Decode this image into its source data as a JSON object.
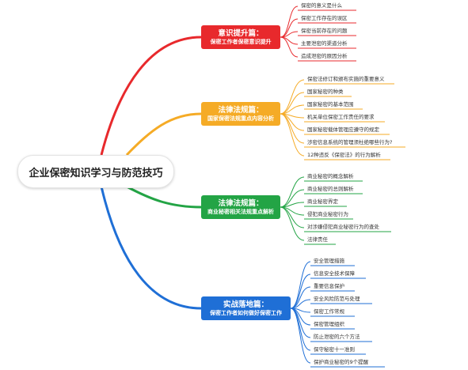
{
  "root": {
    "label": "企业保密知识学习与防范技巧"
  },
  "colors": {
    "branch1": "#e8292c",
    "branch2": "#f5ab26",
    "branch3": "#23a445",
    "branch4": "#1f6fd6"
  },
  "branches": [
    {
      "title": "意识提升篇：",
      "subtitle": "保密工作者保密意识提升",
      "items": [
        "保密的意义是什么",
        "保密工作存在的误区",
        "保密当前存在的问题",
        "主要泄密的渠道分析",
        "造成泄密的原因分析"
      ]
    },
    {
      "title": "法律法规篇：",
      "subtitle": "国家保密法规重点内容分析",
      "items": [
        "保密法修订和颁布实施的重要意义",
        "国家秘密的种类",
        "国家秘密的基本范围",
        "机关单位保密工作责任的要求",
        "国家秘密载体管理应遵守的规定",
        "涉密信息系统的管理须杜绝哪些行为?",
        "12种违反《保密法》的行为解析"
      ]
    },
    {
      "title": "法律法规篇：",
      "subtitle": "商业秘密相关法规重点解析",
      "items": [
        "商业秘密的概念解析",
        "商业秘密的总则解析",
        "商业秘密界定",
        "侵犯商业秘密行为",
        "对涉嫌侵犯商业秘密行为的查处",
        "法律责任"
      ]
    },
    {
      "title": "实战落地篇：",
      "subtitle": "保密工作者如何做好保密工作",
      "items": [
        "安全管理措施",
        "信息安全技术保障",
        "重要信息保护",
        "安全风险防范与处理",
        "保密工作常规",
        "保密管理组织",
        "防止泄密的六个方法",
        "保守秘密十一准则",
        "保护商业秘密的9个提醒"
      ]
    }
  ]
}
